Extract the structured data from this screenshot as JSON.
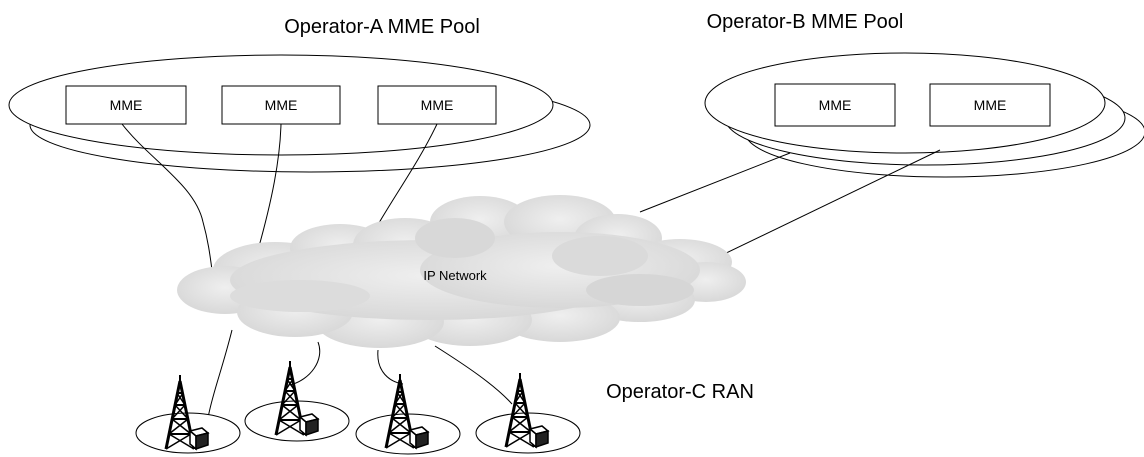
{
  "labels": {
    "pool_a": "Operator-A MME Pool",
    "pool_b": "Operator-B MME Pool",
    "ip_network": "IP Network",
    "ran": "Operator-C RAN"
  },
  "pool_a": {
    "nodes": [
      "MME",
      "MME",
      "MME"
    ]
  },
  "pool_b": {
    "nodes": [
      "MME",
      "MME"
    ]
  },
  "ran": {
    "sites": [
      {
        "icon": "cell-tower-icon"
      },
      {
        "icon": "cell-tower-icon"
      },
      {
        "icon": "cell-tower-icon"
      },
      {
        "icon": "cell-tower-icon"
      }
    ]
  },
  "colors": {
    "line": "#000000",
    "cloud_fill": "#e2e2e2",
    "background": "#ffffff"
  }
}
